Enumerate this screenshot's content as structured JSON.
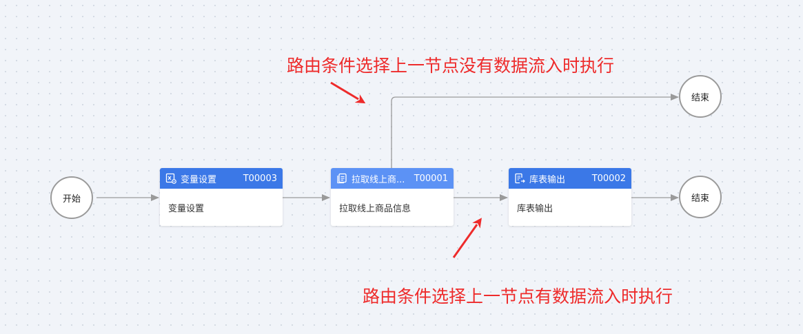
{
  "start_node": {
    "label": "开始"
  },
  "end_nodes": [
    {
      "label": "结束"
    },
    {
      "label": "结束"
    }
  ],
  "task_nodes": [
    {
      "title": "变量设置",
      "code": "T00003",
      "body": "变量设置",
      "icon": "variable-settings-icon"
    },
    {
      "title": "拉取线上商...",
      "code": "T00001",
      "body": "拉取线上商品信息",
      "icon": "document-copy-icon"
    },
    {
      "title": "库表输出",
      "code": "T00002",
      "body": "库表输出",
      "icon": "table-output-icon"
    }
  ],
  "annotations": {
    "top": "路由条件选择上一节点没有数据流入时执行",
    "bottom": "路由条件选择上一节点有数据流入时执行"
  },
  "colors": {
    "header_primary": "#3b78e7",
    "header_secondary": "#5c92f5",
    "annotation": "#ee2b2b",
    "edge": "#9a9a9a"
  }
}
